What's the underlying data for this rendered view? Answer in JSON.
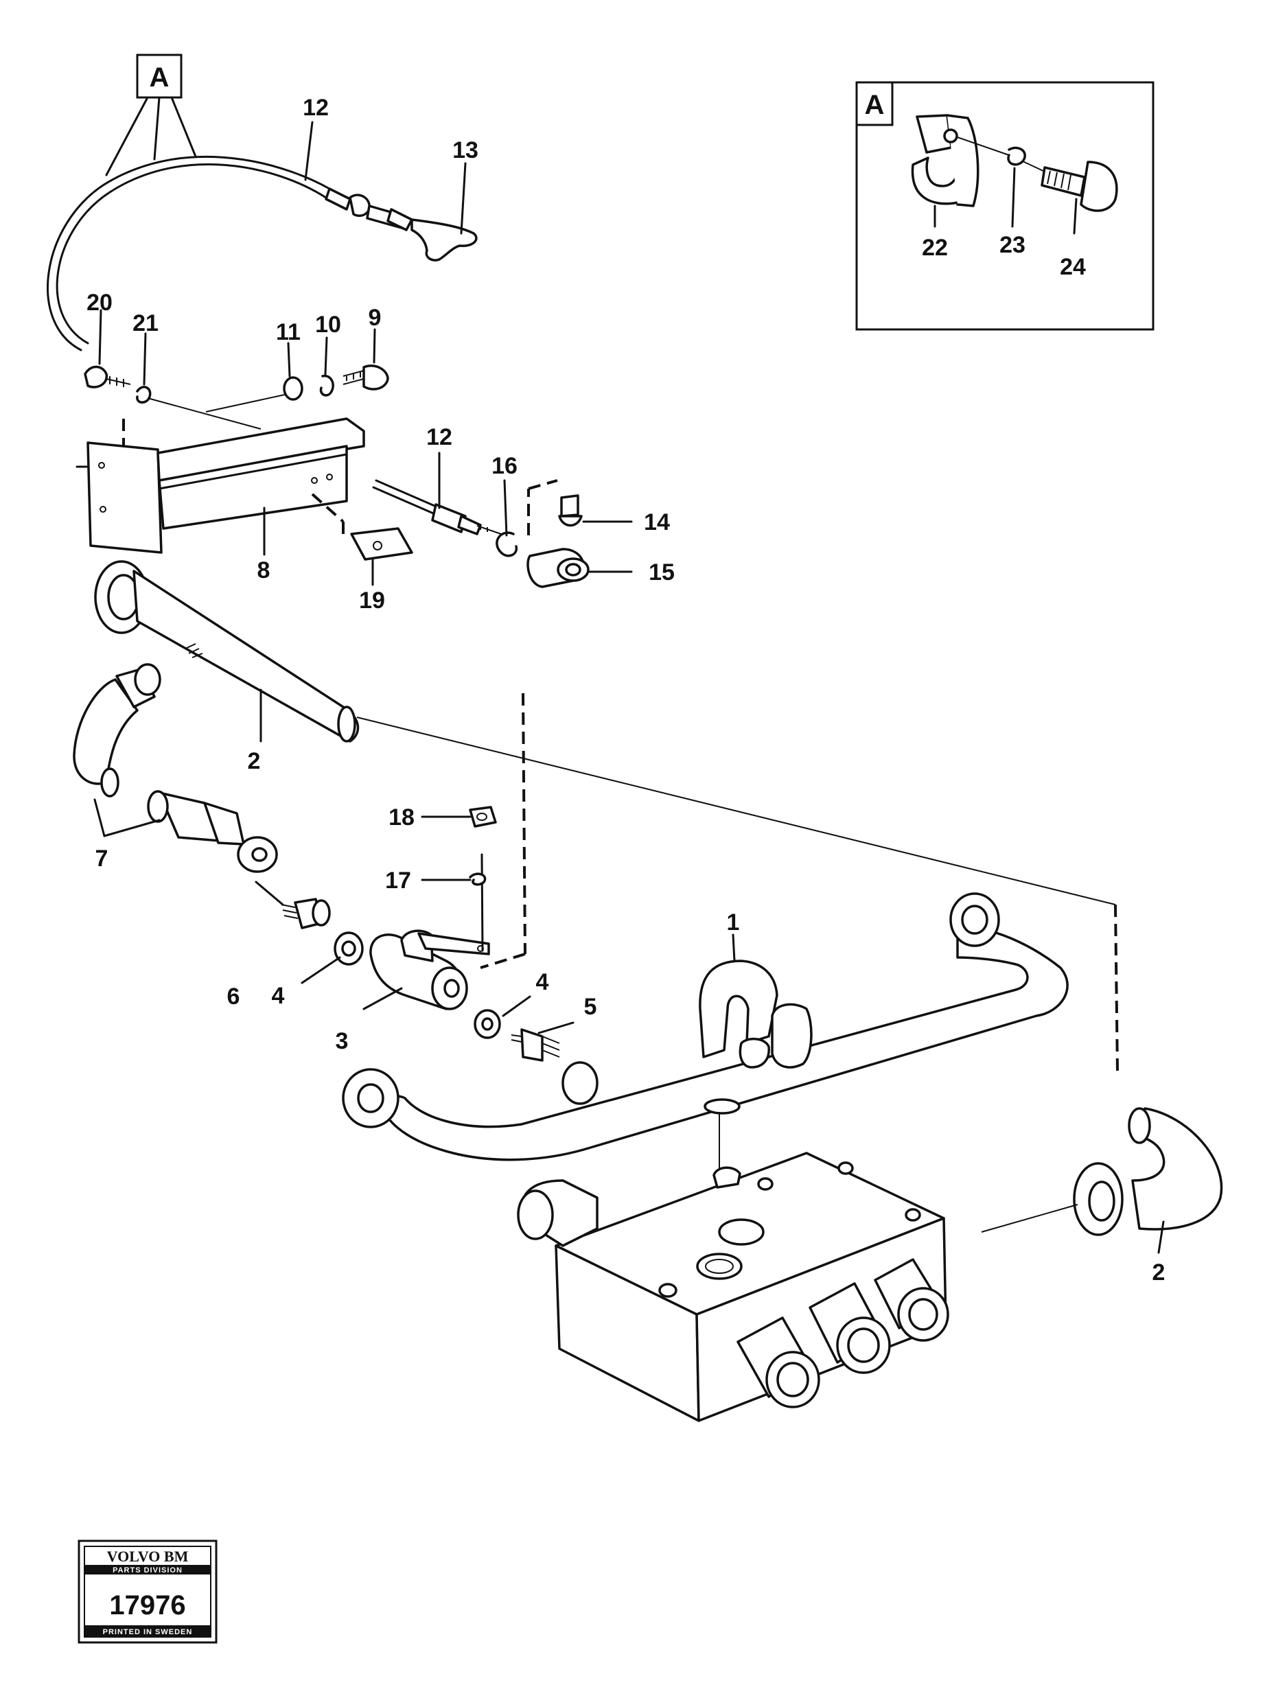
{
  "callouts": {
    "c1": "1",
    "c2a": "2",
    "c2b": "2",
    "c3": "3",
    "c4a": "4",
    "c4b": "4",
    "c5": "5",
    "c6": "6",
    "c7": "7",
    "c8": "8",
    "c9": "9",
    "c10": "10",
    "c11": "11",
    "c12a": "12",
    "c12b": "12",
    "c13": "13",
    "c14": "14",
    "c15": "15",
    "c16": "16",
    "c17": "17",
    "c18": "18",
    "c19": "19",
    "c20": "20",
    "c21": "21",
    "c22": "22",
    "c23": "23",
    "c24": "24"
  },
  "detail_marker": "A",
  "inset_marker": "A",
  "stamp": {
    "brand": "VOLVO BM",
    "division": "PARTS DIVISION",
    "number": "17976",
    "footer": "PRINTED IN SWEDEN"
  }
}
